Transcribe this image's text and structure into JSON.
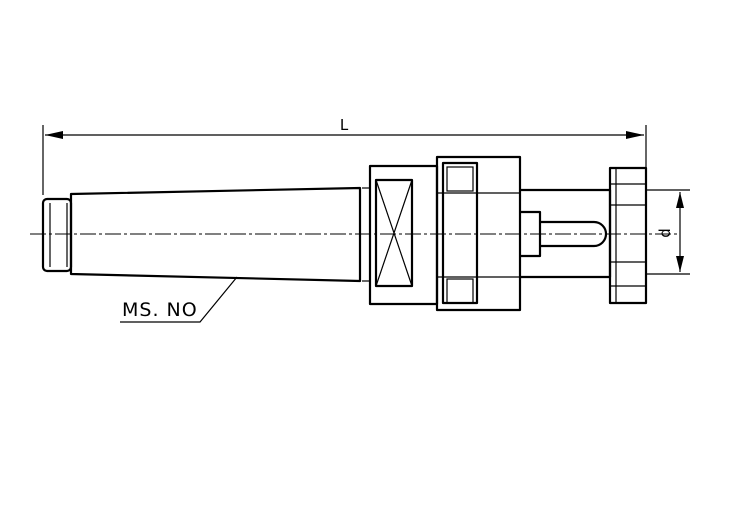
{
  "diagram": {
    "dimension_length_label": "L",
    "dimension_diameter_label": "d",
    "taper_callout": "MS. NO"
  },
  "colors": {
    "line": "#000000",
    "background": "#ffffff"
  }
}
